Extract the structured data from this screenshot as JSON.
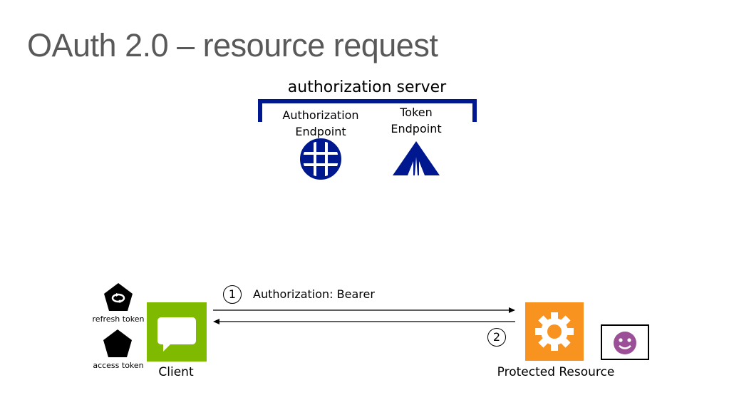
{
  "title": "OAuth 2.0 – resource request",
  "authorization_server": {
    "label": "authorization server",
    "authorization_endpoint": {
      "line1": "Authorization",
      "line2": "Endpoint",
      "icon": "globe-icon"
    },
    "token_endpoint": {
      "line1": "Token",
      "line2": "Endpoint",
      "icon": "tent-icon"
    }
  },
  "client": {
    "label": "Client",
    "icon": "chat-bubble-icon",
    "tokens": [
      {
        "label": "refresh token",
        "icon": "refresh-token-icon"
      },
      {
        "label": "access token",
        "icon": "access-token-icon"
      }
    ]
  },
  "protected_resource": {
    "label": "Protected Resource",
    "icon": "gear-icon",
    "user_icon": "smiley-icon"
  },
  "steps": [
    {
      "number": "1",
      "text": "Authorization: Bearer"
    },
    {
      "number": "2",
      "text": ""
    }
  ],
  "colors": {
    "bracket": "#00188f",
    "client": "#7fba00",
    "resource": "#f7931e",
    "smiley": "#9b4f96",
    "title": "#595959"
  }
}
